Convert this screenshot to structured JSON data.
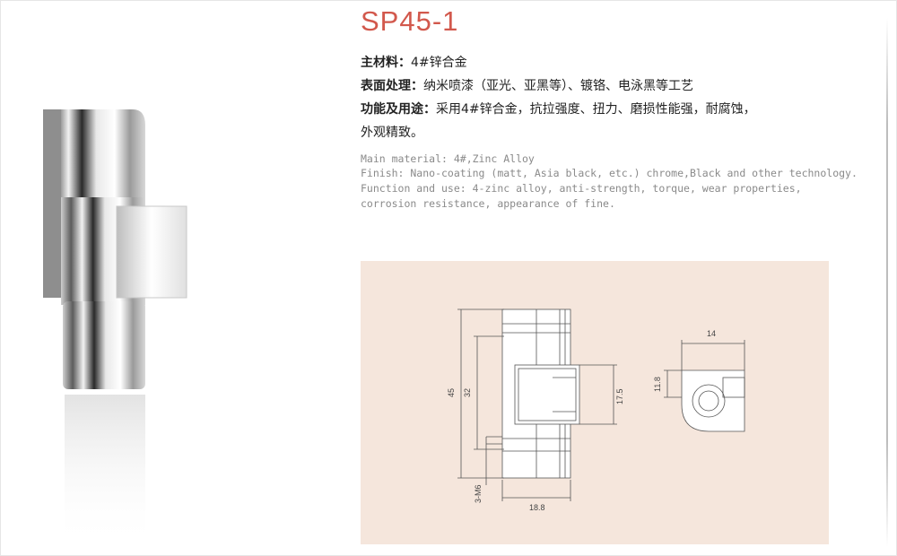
{
  "title": "SP45-1",
  "cn": {
    "material_label": "主材料：",
    "material_value": "4#锌合金",
    "finish_label": "表面处理：",
    "finish_value": "纳米喷漆（亚光、亚黑等）、镀铬、电泳黑等工艺",
    "function_label": "功能及用途：",
    "function_value": "采用4#锌合金，抗拉强度、扭力、磨损性能强，耐腐蚀，",
    "function_cont": "外观精致。"
  },
  "en": {
    "line1": "Main material: 4#,Zinc Alloy",
    "line2": "Finish: Nano-coating (matt, Asia black, etc.) chrome,Black and other technology.",
    "line3": "Function and use: 4-zinc alloy, anti-strength, torque, wear properties,",
    "line4": "corrosion resistance, appearance of fine."
  },
  "dimensions": {
    "d45": "45",
    "d32": "32",
    "d17_5": "17.5",
    "d18_8": "18.8",
    "d3m6": "3-M6",
    "d14": "14",
    "d11_8": "11.8"
  },
  "colors": {
    "title": "#d2584c",
    "panel": "#f5e6dc"
  }
}
